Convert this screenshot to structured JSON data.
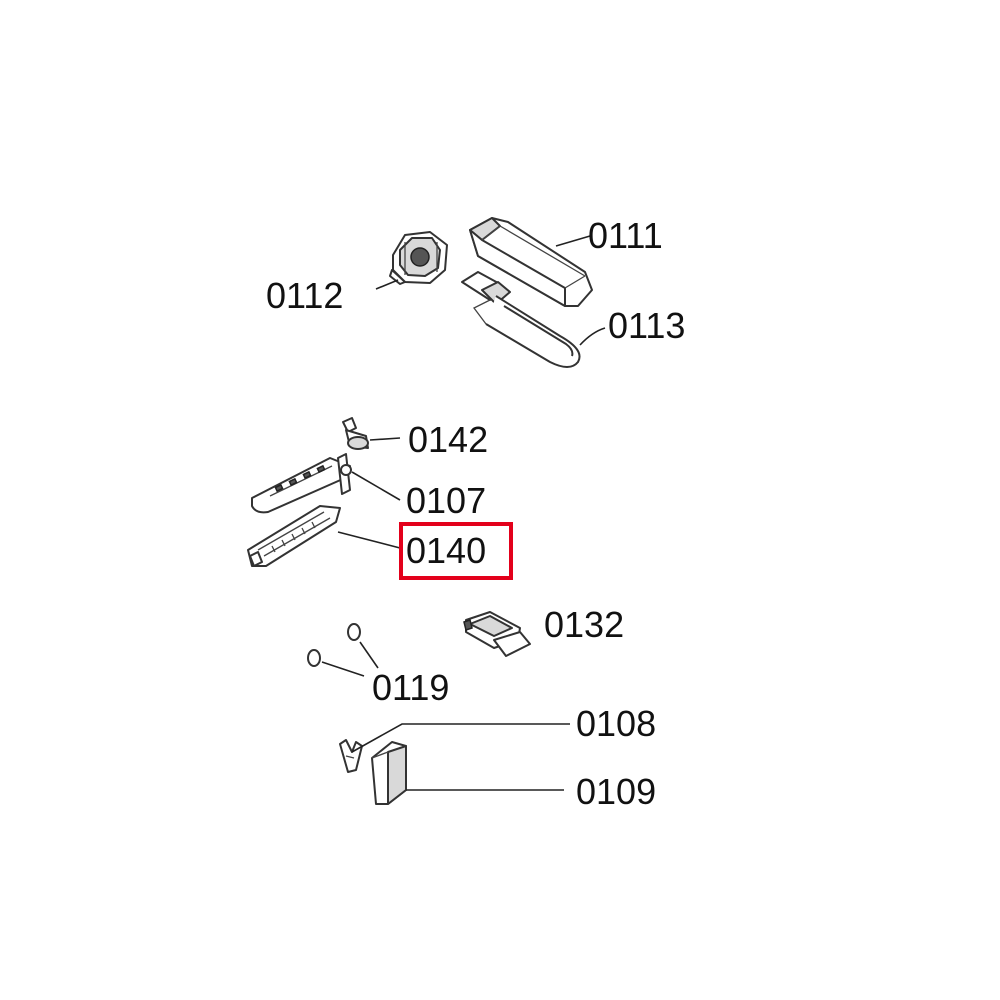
{
  "parts": [
    {
      "id": "p0111",
      "number": "0111"
    },
    {
      "id": "p0112",
      "number": "0112"
    },
    {
      "id": "p0113",
      "number": "0113"
    },
    {
      "id": "p0142",
      "number": "0142"
    },
    {
      "id": "p0107",
      "number": "0107"
    },
    {
      "id": "p0140",
      "number": "0140"
    },
    {
      "id": "p0132",
      "number": "0132"
    },
    {
      "id": "p0119",
      "number": "0119"
    },
    {
      "id": "p0108",
      "number": "0108"
    },
    {
      "id": "p0109",
      "number": "0109"
    }
  ],
  "highlight": {
    "part_number": "0140",
    "color": "#e3001b"
  },
  "colors": {
    "line": "#222222",
    "fill": "#ffffff",
    "shade": "#d9d9d9",
    "text": "#111111"
  }
}
